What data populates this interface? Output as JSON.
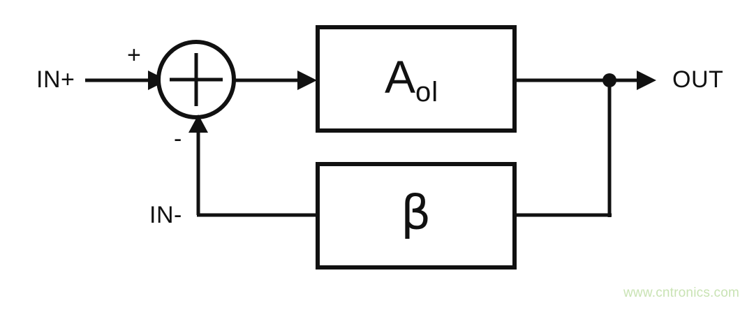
{
  "diagram": {
    "type": "feedback-control-block-diagram",
    "background_color": "#ffffff",
    "line_color": "#111111",
    "nodes": {
      "input_label": "IN+",
      "inverting_input_label": "IN-",
      "output_label": "OUT",
      "summing_junction": {
        "symbol": "+",
        "positive_input_sign": "+",
        "negative_input_sign": "-"
      },
      "forward_block": {
        "label_main": "A",
        "label_subscript": "ol",
        "full_label": "Aol"
      },
      "feedback_block": {
        "label": "β"
      }
    }
  },
  "watermark": {
    "text": "www.cntronics.com",
    "color": "#c9e3b4"
  }
}
